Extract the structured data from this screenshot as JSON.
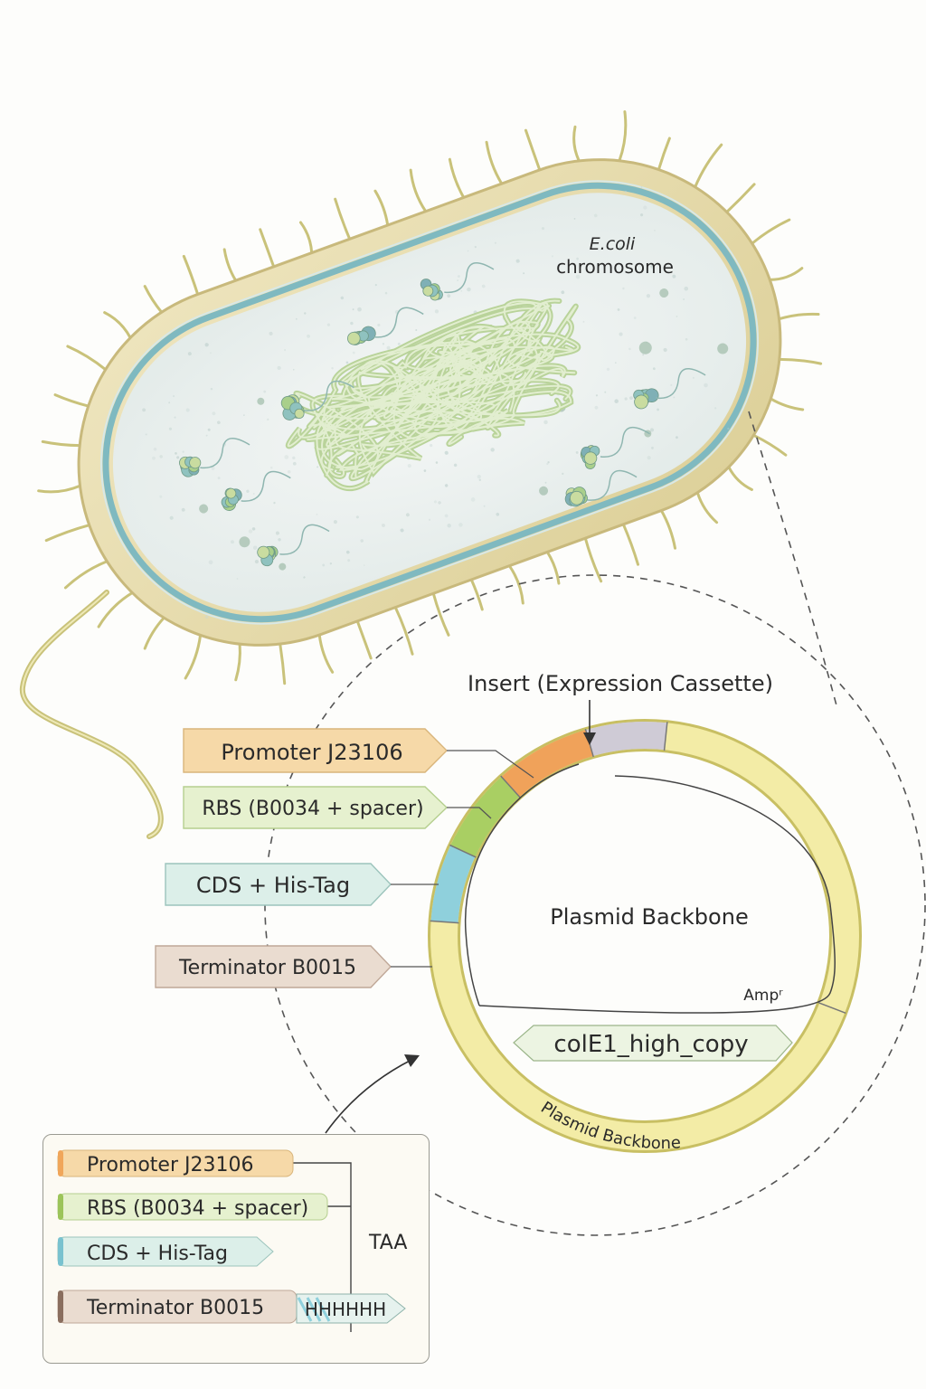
{
  "cell": {
    "chromosome_label_italic": "E.coli",
    "chromosome_label": "chromosome"
  },
  "plasmid": {
    "insert_label": "Insert (Expression Cassette)",
    "center_label": "Plasmid Backbone",
    "backbone_ring_label": "Plasmid Backbone",
    "resistance_label": "Ampʳ",
    "origin_label": "colE1_high_copy"
  },
  "parts": [
    {
      "name": "Promoter J23106",
      "color": "#f6d9a8",
      "accent": "#f0a65a"
    },
    {
      "name": "RBS (B0034 + spacer)",
      "color": "#e6f1cf",
      "accent": "#9cc45a"
    },
    {
      "name": "CDS + His-Tag",
      "color": "#dcefe9",
      "accent": "#79c2cf"
    },
    {
      "name": "Terminator B0015",
      "color": "#eadcd0",
      "accent": "#b7a090"
    }
  ],
  "legend": {
    "items": [
      "Promoter J23106",
      "RBS (B0034 + spacer)",
      "CDS + His-Tag",
      "Terminator B0015"
    ],
    "stop_codon": "TAA",
    "tag_text": "HHHHHH"
  },
  "colors": {
    "cell_wall": "#e8dcae",
    "membrane": "#7fb9c0",
    "cytoplasm": "#eef2f1",
    "chromosome": "#b9d39a",
    "backbone": "#f1e9a0",
    "promoter_seg": "#f0a25a",
    "rbs_seg": "#a9cf63",
    "cds_seg": "#8fd0dc",
    "insert_seg": "#cfcbd6"
  }
}
